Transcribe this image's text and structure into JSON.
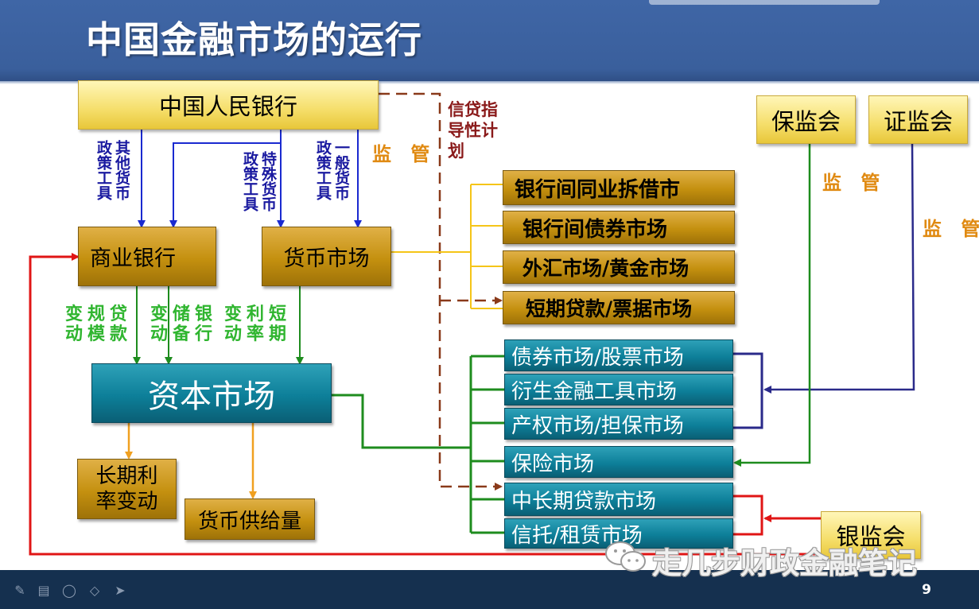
{
  "title": "中国金融市场的运行",
  "page_number": "9",
  "watermark": "走几步财政金融笔记",
  "nodes": {
    "pboc": "中国人民银行",
    "cbrc_insurance": "保监会",
    "csrc": "证监会",
    "commercial_bank": "商业银行",
    "money_market": "货币市场",
    "capital_market": "资本市场",
    "long_rate": "长期利率变动",
    "money_supply": "货币供给量",
    "cbrc": "银监会"
  },
  "money_markets": [
    "银行间同业拆借市",
    "银行间债券市场",
    "外汇市场/黄金市场",
    "短期贷款/票据市场"
  ],
  "capital_markets": [
    "债券市场/股票市场",
    "衍生金融工具市场",
    "产权市场/担保市场",
    "保险市场",
    "中长期贷款市场",
    "信托/租赁市场"
  ],
  "labels": {
    "other_policy": "其他货币",
    "other_policy2": "政策工具",
    "special_policy": "特殊货币",
    "special_policy2": "政策工具",
    "general_policy": "一般货币",
    "general_policy2": "政策工具",
    "supervise1": "监 管",
    "supervise2": "监 管",
    "supervise3": "监 管",
    "credit_guidance": "信贷指导性计划",
    "bank_change1": "变规贷",
    "bank_change2": "动模款",
    "reserve1": "变储银",
    "reserve2": "动备行",
    "rate1": "变利短",
    "rate2": "动率期"
  },
  "colors": {
    "header": "#3f66a6",
    "gold": "#c4900f",
    "teal": "#0d7f99",
    "blue_arrow": "#1a2ad0",
    "green_arrow": "#1e8c1e",
    "yellow_line": "#f5c518",
    "dark_red": "#8a3a1a",
    "red": "#e01515",
    "navy": "#2a2a8a"
  }
}
